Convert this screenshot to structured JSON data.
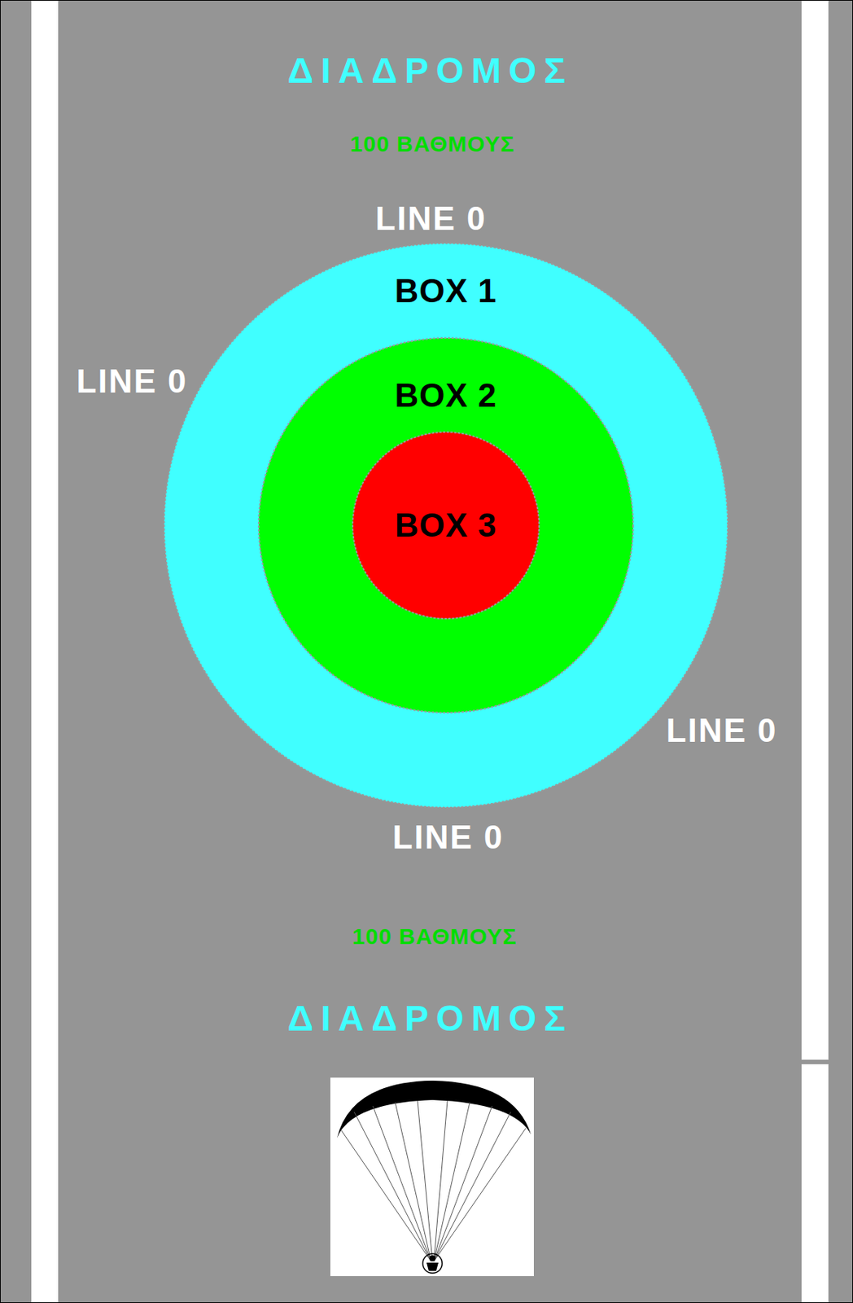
{
  "diagram": {
    "nodes": [
      {
        "text": [
          "BOX 1"
        ]
      },
      {
        "text": [
          "BOX 2"
        ],
        "in": 0
      },
      {
        "text": [
          "BOX 3"
        ],
        "in": 1
      }
    ],
    "labels": [
      "ΔΙΑΔΡΟΜΟΣ",
      "100 ΒΑΘΜΟΥΣ",
      "LINE 0",
      "LINE 0",
      "LINE 0",
      "LINE 0",
      "100 ΒΑΘΜΟΥΣ",
      "ΔΙΑΔΡΟΜΟΣ"
    ]
  }
}
